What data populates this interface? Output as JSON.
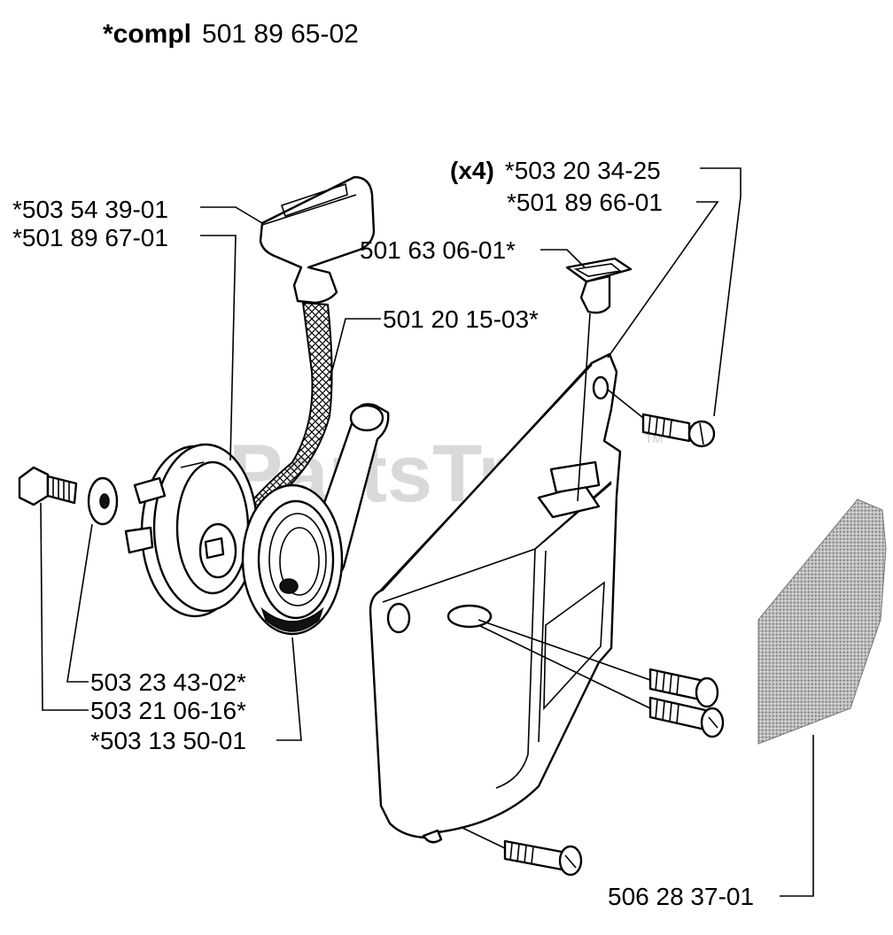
{
  "header": {
    "compl_prefix": "*compl",
    "compl_number": "501 89 65-02"
  },
  "watermark": {
    "text": "PartsTree",
    "tm": "TM"
  },
  "parts": {
    "handle": "*503 54 39-01",
    "pulley": "*501 89 67-01",
    "rope": "501 20 15-03*",
    "x4_prefix": "(x4)",
    "screw_top": "*503 20 34-25",
    "cover_assembly": "*501 89 66-01",
    "grommet": "501 63 06-01*",
    "washer": "503 23 43-02*",
    "center_bolt": "503 21 06-16*",
    "spring": "*503 13 50-01",
    "decal": "506 28 37-01"
  }
}
